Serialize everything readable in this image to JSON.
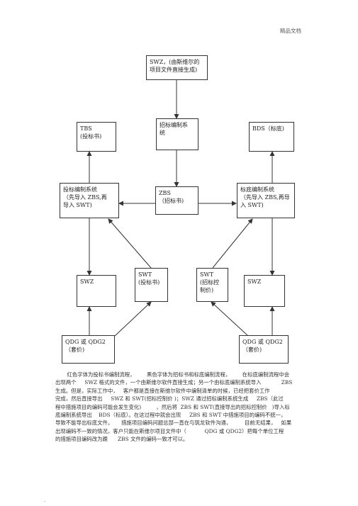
{
  "header": {
    "label": "精品文档"
  },
  "boxes": {
    "swz_top": "SWZ，(由斯维尔的\n项目文件直接生成)",
    "tbs": "TBS\n(投标书)",
    "zbs_system": "招标编制系\n统",
    "bds": "BDS（标底)",
    "tb_system": "投标编制系统\n（先导入      ZBS,再\n导入 SWT)",
    "zbs": "ZBS\n（招标书)",
    "bd_system": "标底编制系统\n（先导入      ZBS,再导\n入 SWT)",
    "swz_left": "SWZ",
    "swt_left": "SWT\n(投标书)",
    "swt_right": "SWT\n(招标控\n制价)",
    "swz_right": "SWZ",
    "qdg_left": "QDG 或 QDG2\n（套价)",
    "qdg_right": "QDG 或 QDG2\n（套价)"
  },
  "paragraph": [
    "       红色字体为投标书编制流程，       黑色字体为招标书和标底编制流程，       在标底编制流程中会",
    "出现两个     SWZ 格式的文件，一个由斯维尔软件直接生成；另一个由标底编制系统导入            ZBS",
    "生成。但是，实际工作中，   客户都是直接在斯维尔软件中编制清单的时候，已经把套价工作",
    "完成，然后直接导出     SWZ 和 SWT(招标控制价 )；SWZ 通过招标编制系统生成     ZBS（此过",
    "程中措施项目的编码可能会发生变化)         ，然后将  ZBS 和 SWT(直接导出的招标控制价   )导入标",
    "底编制系统导出    BDS（标底）。在这过程中就会出现     ZBS 和 SWT 中措施项目的编码不统一，",
    "导致不能导出标底文件。     措施项目编码问题总部一直在与筑龙软件沟通，        目前无结果，   如果",
    "出现编码不一致的情况，客户只能在斯维尔项目文件中（           QDG 或 QDG2）把每个单位工程",
    "的措施项目编码改为跟      ZBS 文件的编码一致才可以。"
  ],
  "footer": {
    "mark": "."
  }
}
